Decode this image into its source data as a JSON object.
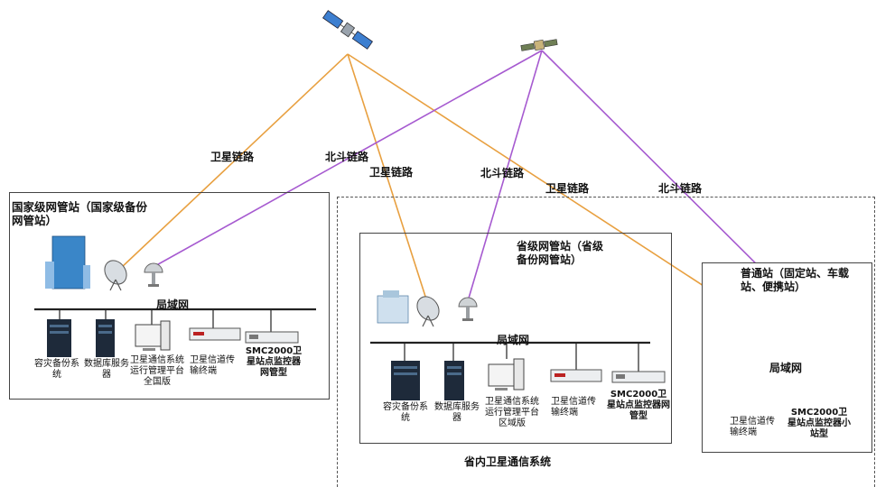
{
  "links": {
    "sat_link": "卫星链路",
    "bd_link": "北斗链路"
  },
  "national": {
    "title": "国家级网管站（国家级备份网管站）",
    "lan": "局域网",
    "devices": {
      "dr": "容灾备份系统",
      "db": "数据库服务器",
      "platform": "卫星通信系统运行管理平台全国版",
      "terminal": "卫星信道传输终端",
      "monitor": "SMC2000卫星站点监控器网管型"
    }
  },
  "province": {
    "system": "省内卫星通信系统",
    "title": "省级网管站（省级备份网管站）",
    "lan": "局域网",
    "devices": {
      "dr": "容灾备份系统",
      "db": "数据库服务器",
      "platform": "卫星通信系统运行管理平台区域版",
      "terminal": "卫星信道传输终端",
      "monitor": "SMC2000卫星站点监控器网管型"
    }
  },
  "ordinary": {
    "title": "普通站（固定站、车载站、便携站）",
    "lan": "局域网",
    "devices": {
      "terminal": "卫星信道传输终端",
      "monitor": "SMC2000卫星站点监控器小站型"
    }
  },
  "colors": {
    "sat_link": "#e8a040",
    "bd_link": "#a65ad0",
    "lan": "#222222",
    "server": "#1e2a3a",
    "building": "#3a86c8"
  },
  "icons": [
    "satellite-icon",
    "beidou-satellite-icon",
    "building-icon",
    "dish-antenna-icon",
    "beidou-antenna-icon",
    "server-icon",
    "computer-icon",
    "terminal-unit-icon",
    "monitor-unit-icon"
  ]
}
